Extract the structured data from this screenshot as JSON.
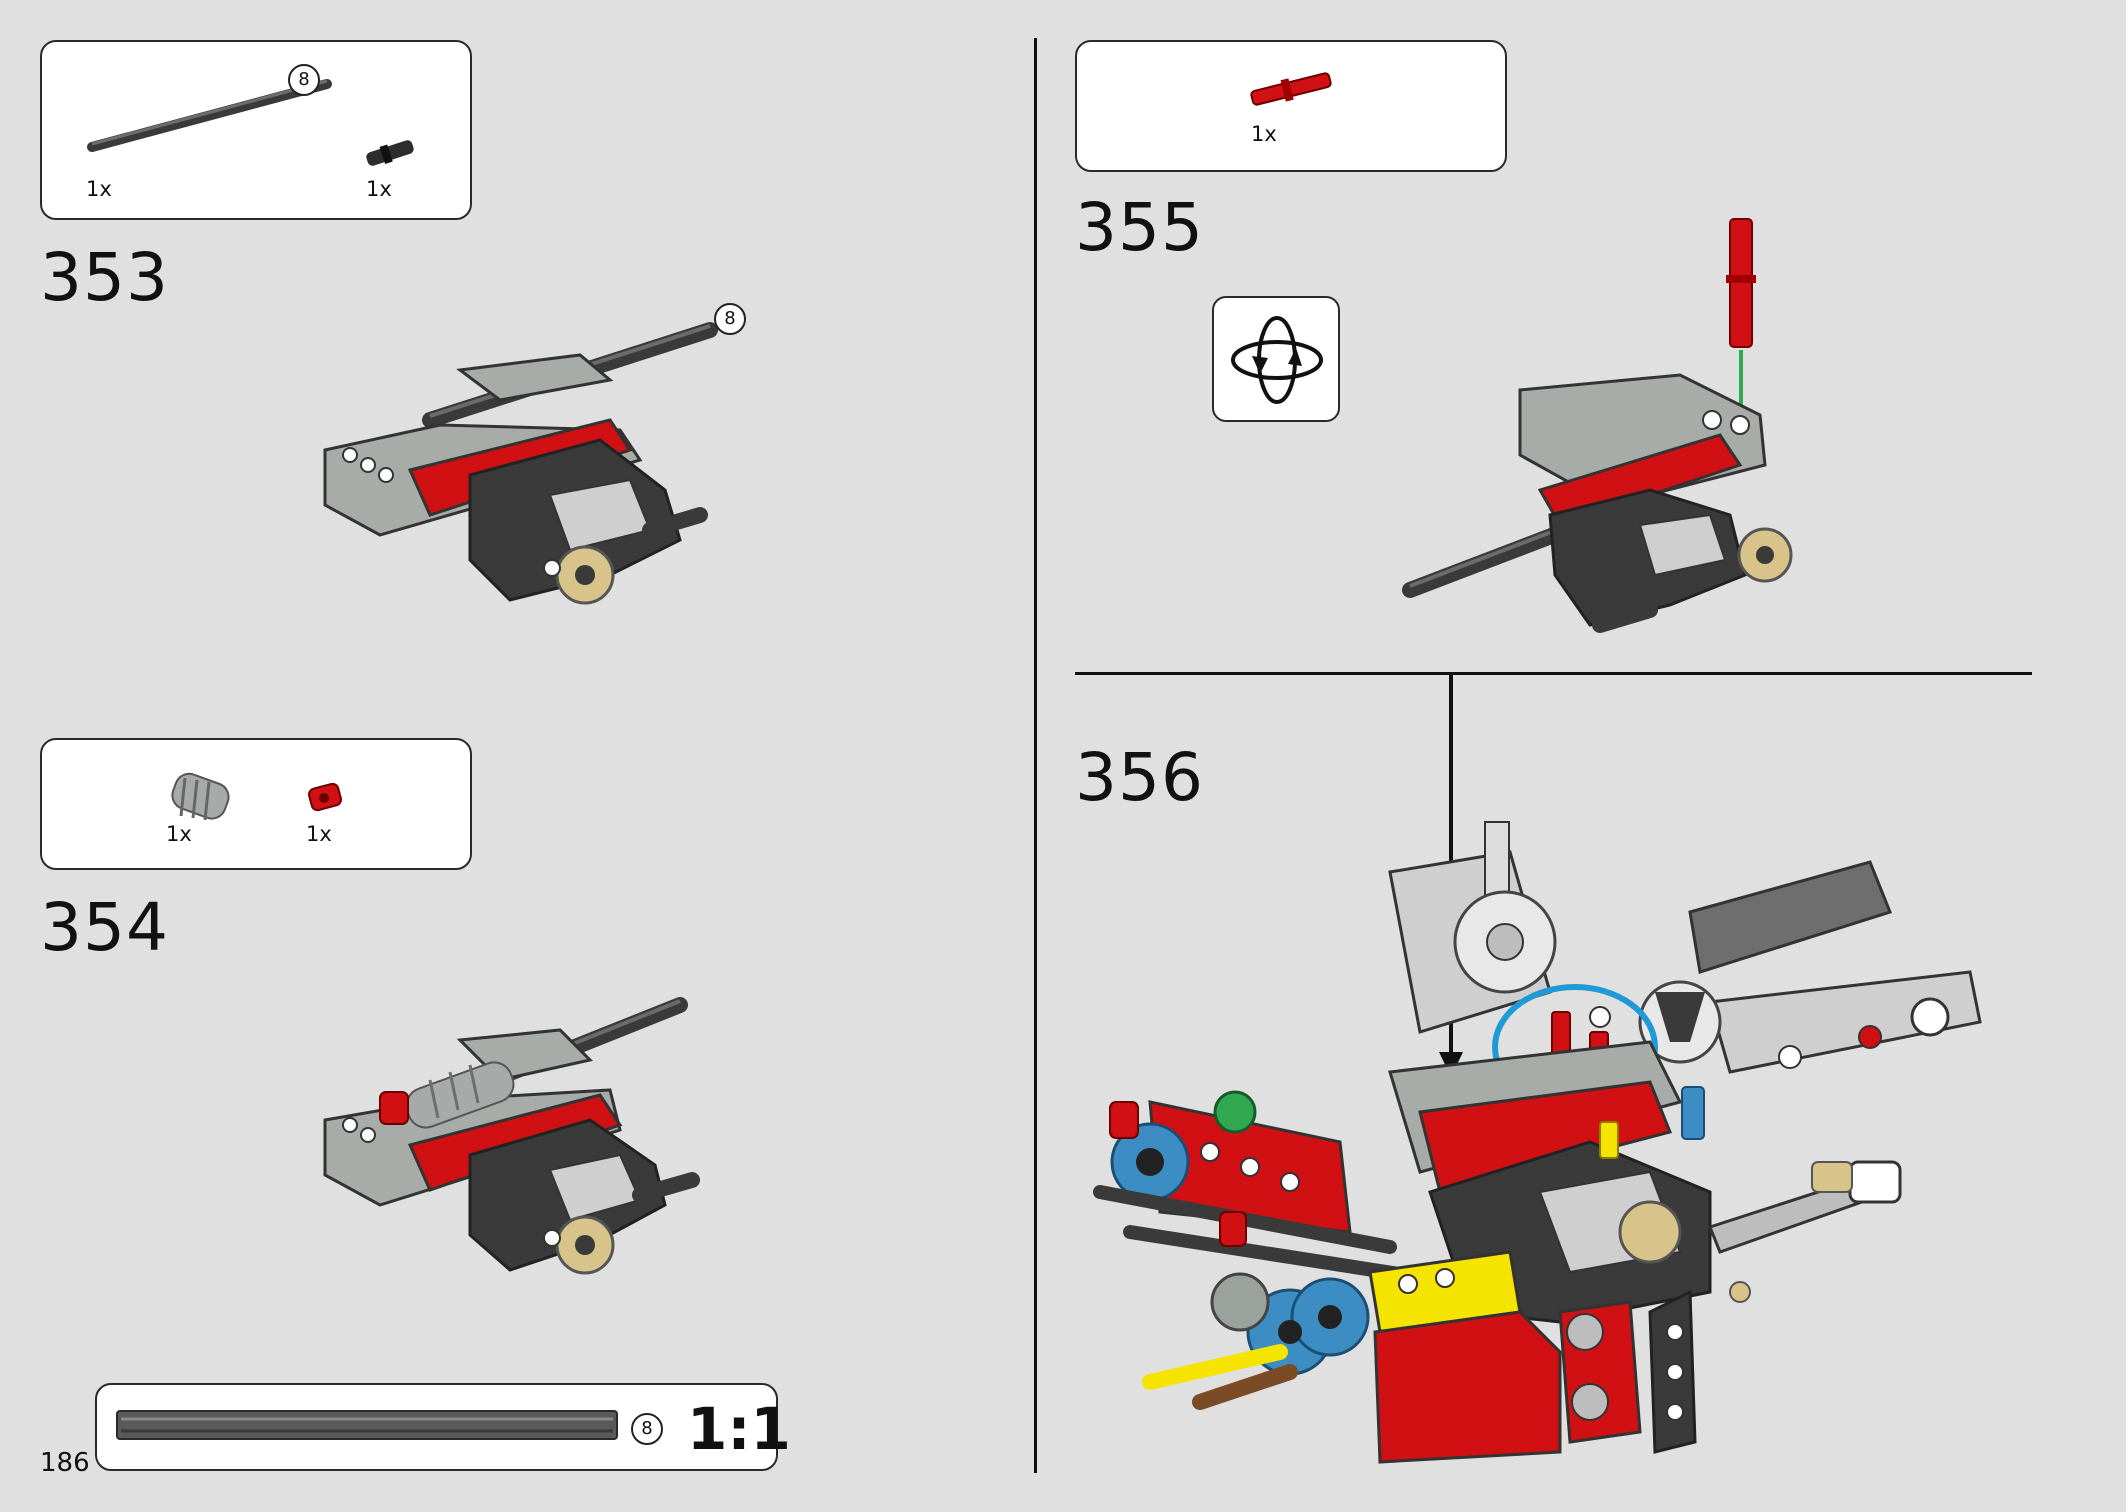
{
  "page_number": "186",
  "steps": {
    "s353": {
      "number": "353",
      "parts": [
        {
          "qty": "1x",
          "icon": "gray-axle-8"
        },
        {
          "qty": "1x",
          "icon": "black-connector-pin"
        }
      ],
      "axle_length": "8",
      "callout_length": "8"
    },
    "s354": {
      "number": "354",
      "parts": [
        {
          "qty": "1x",
          "icon": "gray-worm-gear"
        },
        {
          "qty": "1x",
          "icon": "red-bushing"
        }
      ]
    },
    "s355": {
      "number": "355",
      "parts": [
        {
          "qty": "1x",
          "icon": "red-axle-pin"
        }
      ],
      "rotate_icon": "rotate-model-icon"
    },
    "s356": {
      "number": "356"
    }
  },
  "scale_bar": {
    "length_label": "8",
    "scale_label": "1:1"
  },
  "colors": {
    "background": "#e0e0e0",
    "lego_red": "#d01012",
    "lego_gray": "#9ba19d",
    "lego_dark": "#3a3a3a",
    "lego_blue": "#3c8dc4",
    "lego_yellow": "#f5e400",
    "lego_tan": "#d8c48a",
    "highlight_circle": "#1e9ad6",
    "insert_arrow": "#2fa84f"
  }
}
